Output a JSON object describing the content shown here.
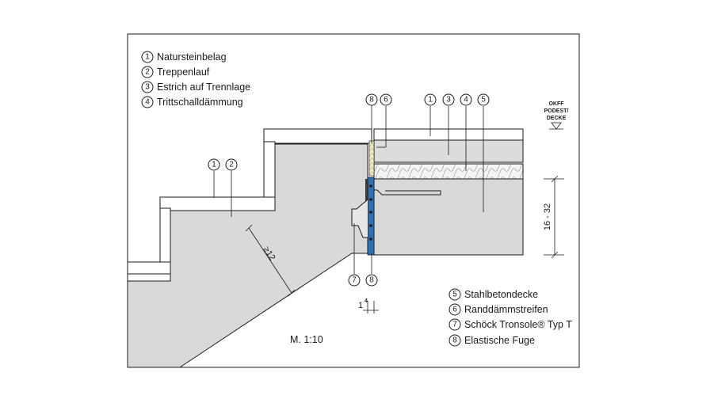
{
  "legend_top": [
    {
      "num": "1",
      "text": "Natursteinbelag"
    },
    {
      "num": "2",
      "text": "Treppenlauf"
    },
    {
      "num": "3",
      "text": "Estrich auf Trennlage"
    },
    {
      "num": "4",
      "text": "Trittschalldämmung"
    }
  ],
  "legend_bottom": [
    {
      "num": "5",
      "text": "Stahlbetondecke"
    },
    {
      "num": "6",
      "text": "Randdämmstreifen"
    },
    {
      "num": "7",
      "text": "Schöck Tronsole® Typ T"
    },
    {
      "num": "8",
      "text": "Elastische Fuge"
    }
  ],
  "callouts": {
    "c8_top": "8",
    "c6_top": "6",
    "c1_top": "1",
    "c3_top": "3",
    "c4_top": "4",
    "c5_top": "5",
    "c1_stair": "1",
    "c2_stair": "2",
    "c7_bottom": "7",
    "c8_bottom": "8"
  },
  "marker": {
    "line1": "OKFF",
    "line2": "PODEST/",
    "line3": "DECKE"
  },
  "dimensions": {
    "thickness": "16 - 32",
    "min_stair": "≥12",
    "gap": "1",
    "gap_sup": "4"
  },
  "scale": "M. 1:10",
  "colors": {
    "concrete": "#d9d9d9",
    "bearing": "#2f6fb5",
    "line": "#1a1a1a"
  }
}
